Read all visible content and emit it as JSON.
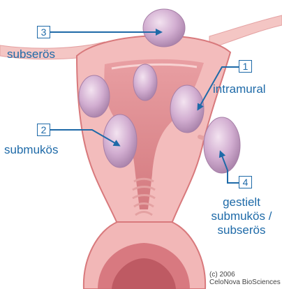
{
  "callouts": [
    {
      "number": "1",
      "label": "intramural"
    },
    {
      "number": "2",
      "label": "submukös"
    },
    {
      "number": "3",
      "label": "subserös"
    },
    {
      "number": "4",
      "label_lines": [
        "gestielt",
        "submukös /",
        "subserös"
      ]
    }
  ],
  "credit": {
    "line1": "(c) 2006",
    "line2": "CeloNova BioSciences"
  },
  "colors": {
    "label_blue": "#1e6aa8",
    "tissue_pink": "#f3bcbc",
    "tissue_dark": "#d8797c",
    "fibroid": "#c39ac3"
  }
}
